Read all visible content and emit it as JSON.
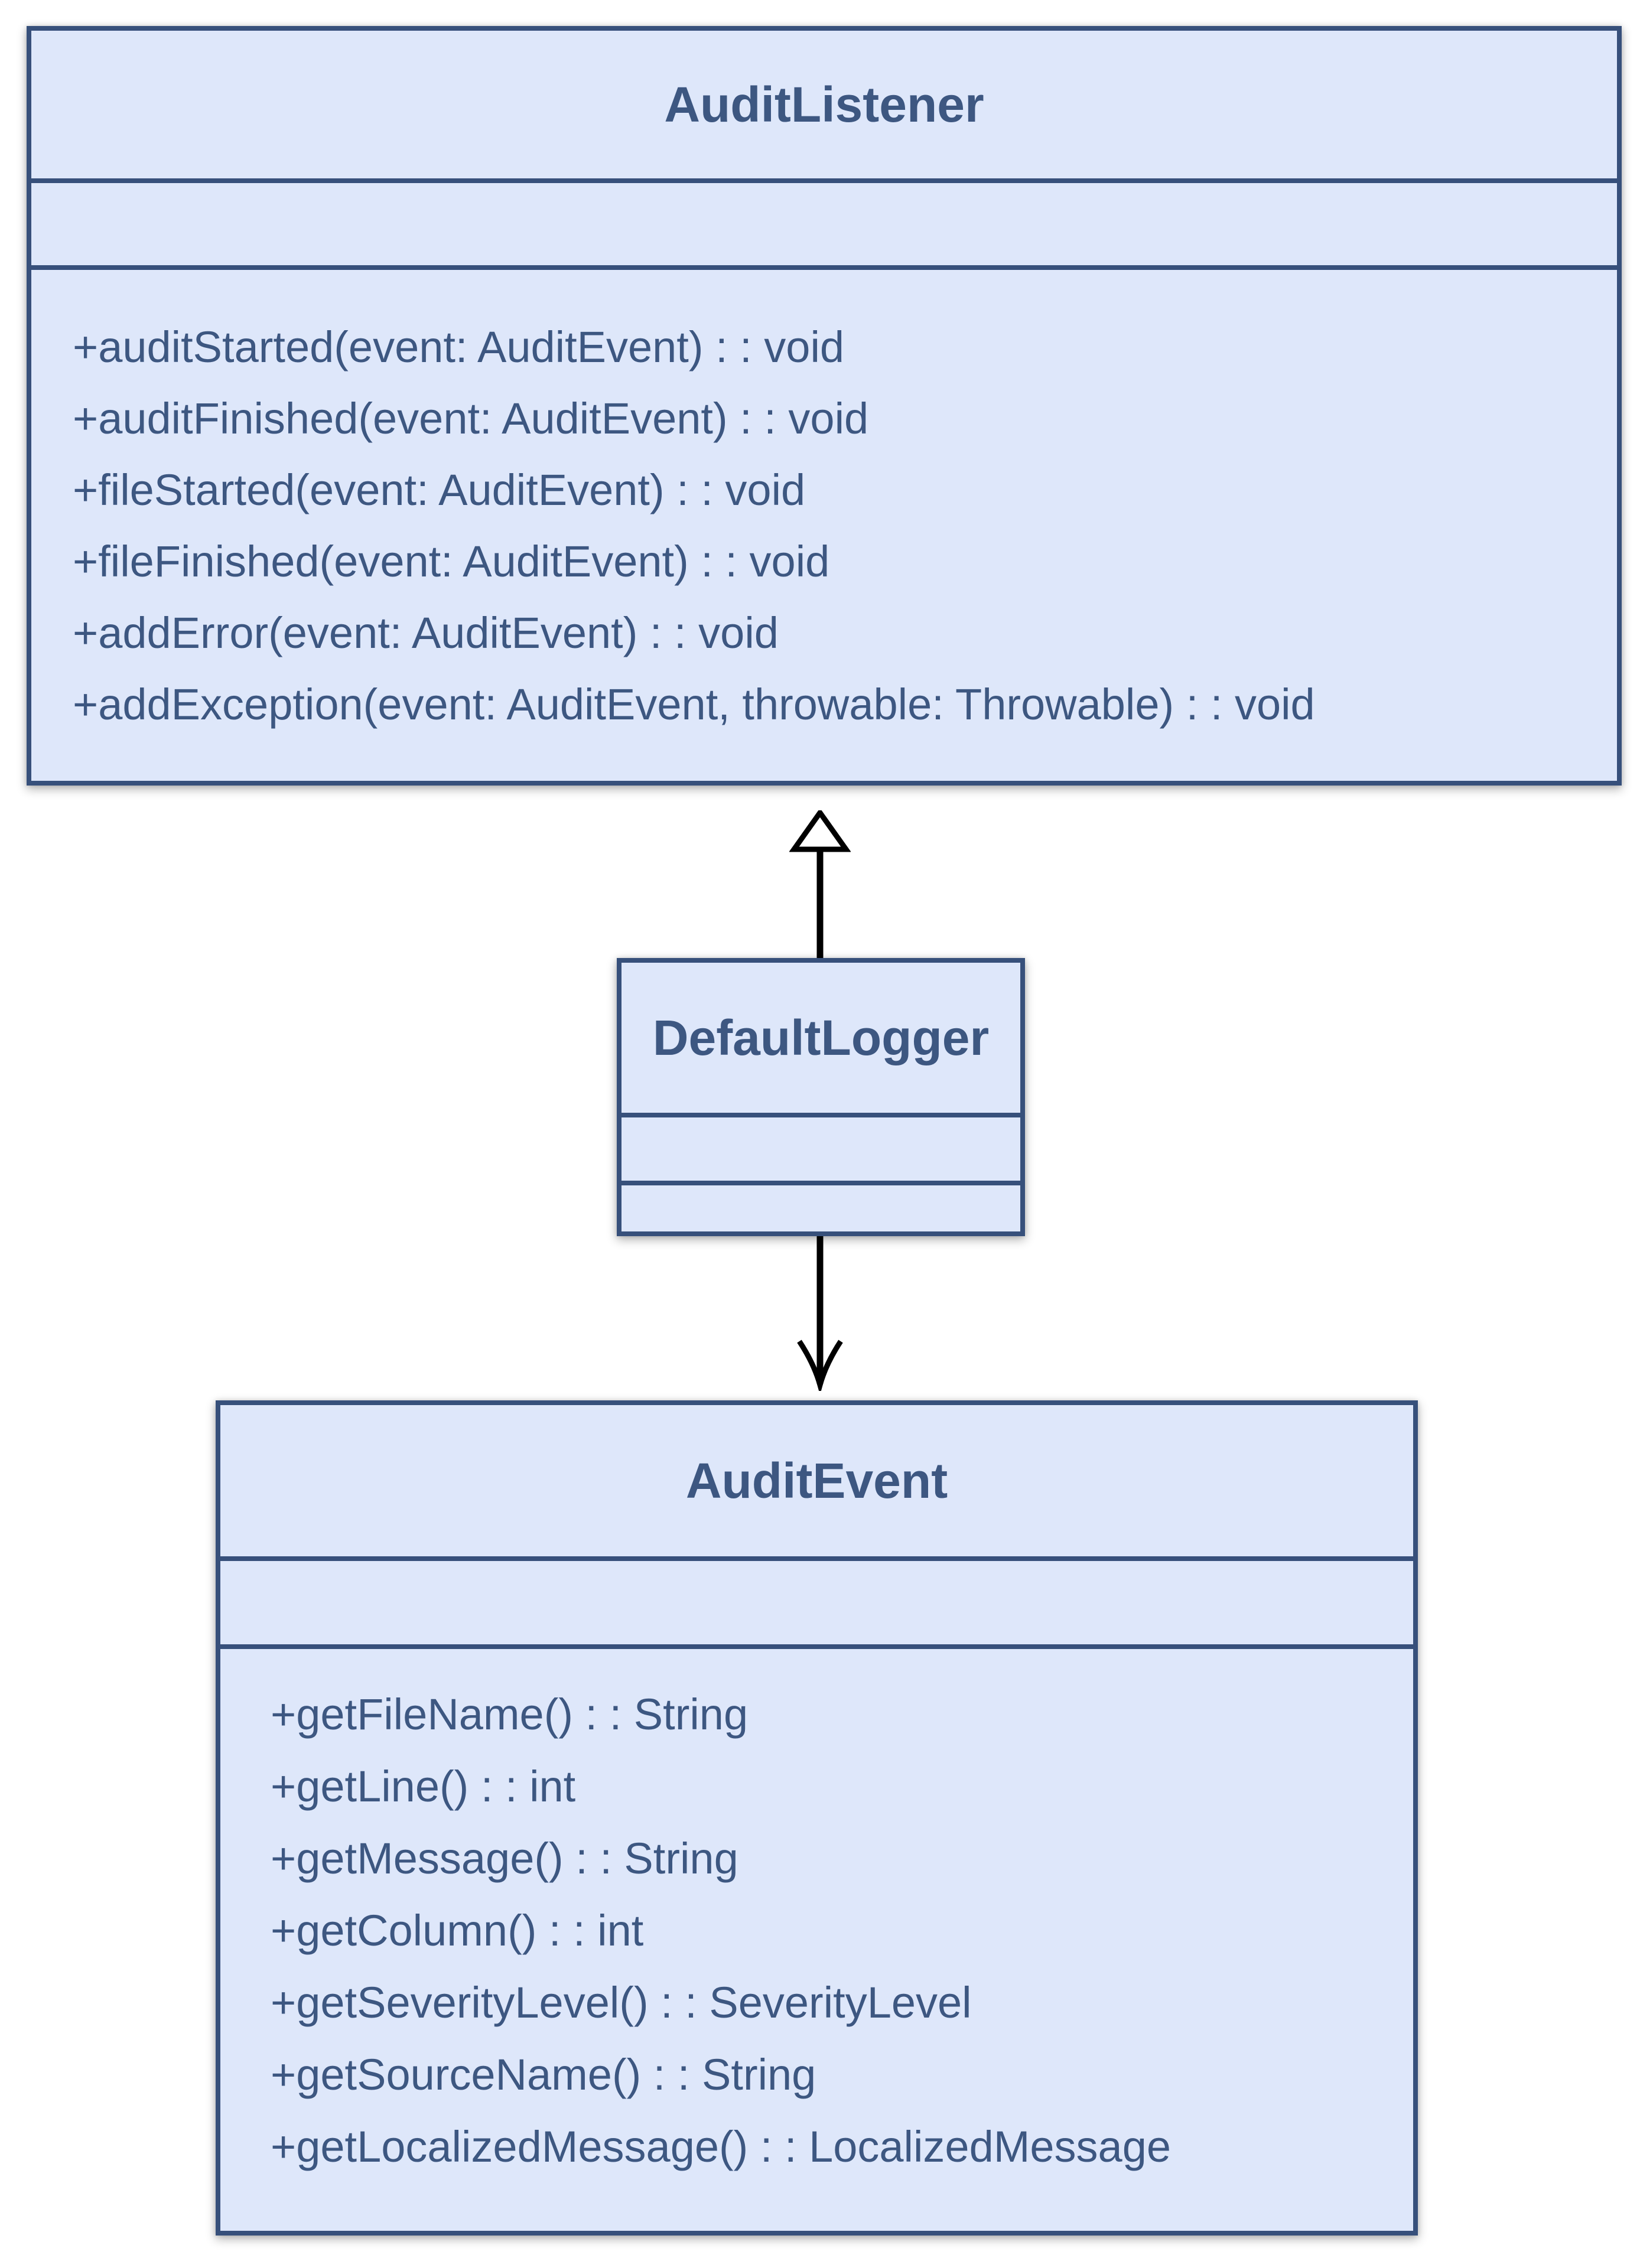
{
  "diagram": {
    "type": "uml-class-diagram",
    "background": "#ffffff",
    "colors": {
      "box_fill": "#dee7fa",
      "box_border": "#37507b",
      "text": "#3d5781",
      "arrow": "#000000"
    },
    "classes": [
      {
        "name": "AuditListener",
        "attributes": [],
        "methods": [
          "+auditStarted(event: AuditEvent) : : void",
          "+auditFinished(event: AuditEvent) : : void",
          "+fileStarted(event: AuditEvent) : : void",
          "+fileFinished(event: AuditEvent) : : void",
          "+addError(event: AuditEvent) : : void",
          "+addException(event: AuditEvent, throwable: Throwable) : : void"
        ]
      },
      {
        "name": "DefaultLogger",
        "attributes": [],
        "methods": []
      },
      {
        "name": "AuditEvent",
        "attributes": [],
        "methods": [
          "+getFileName() : : String",
          "+getLine() : : int",
          "+getMessage() : : String",
          "+getColumn() : : int",
          "+getSeverityLevel() : : SeverityLevel",
          "+getSourceName() : : String",
          "+getLocalizedMessage() : : LocalizedMessage"
        ]
      }
    ],
    "relationships": [
      {
        "from": "DefaultLogger",
        "to": "AuditListener",
        "type": "generalization",
        "line": "solid",
        "arrowhead": "hollow-triangle"
      },
      {
        "from": "DefaultLogger",
        "to": "AuditEvent",
        "type": "directed-association",
        "line": "solid",
        "arrowhead": "open-v"
      }
    ]
  }
}
